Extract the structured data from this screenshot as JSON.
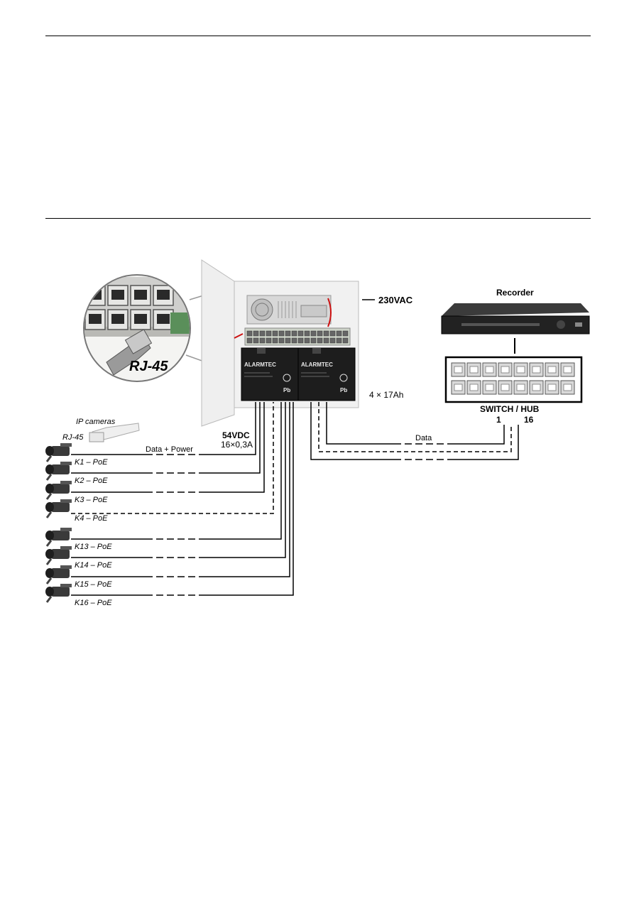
{
  "labels": {
    "ac_input": "230VAC",
    "recorder": "Recorder",
    "switch": "SWITCH / HUB",
    "port_first": "1",
    "port_last": "16",
    "batteries": "4 × 17Ah",
    "data": "Data",
    "data_power": "Data + Power",
    "output_voltage": "54VDC",
    "output_current": "16×0,3A",
    "ip_cameras": "IP cameras",
    "rj45_small": "RJ-45",
    "rj45_zoom": "RJ-45",
    "battery_brand": "ALARMTEC",
    "battery_pb": "Pb"
  },
  "cameras": [
    {
      "label": "K1 – PoE"
    },
    {
      "label": "K2 – PoE"
    },
    {
      "label": "K3 – PoE"
    },
    {
      "label": "K4 – PoE"
    },
    {
      "label": "K13 – PoE"
    },
    {
      "label": "K14 – PoE"
    },
    {
      "label": "K15 – PoE"
    },
    {
      "label": "K16 – PoE"
    }
  ],
  "icons": [
    "rj45-zoom-icon",
    "psu-cabinet-icon",
    "recorder-icon",
    "switch-icon",
    "ip-camera-icon",
    "rj45-plug-icon"
  ]
}
